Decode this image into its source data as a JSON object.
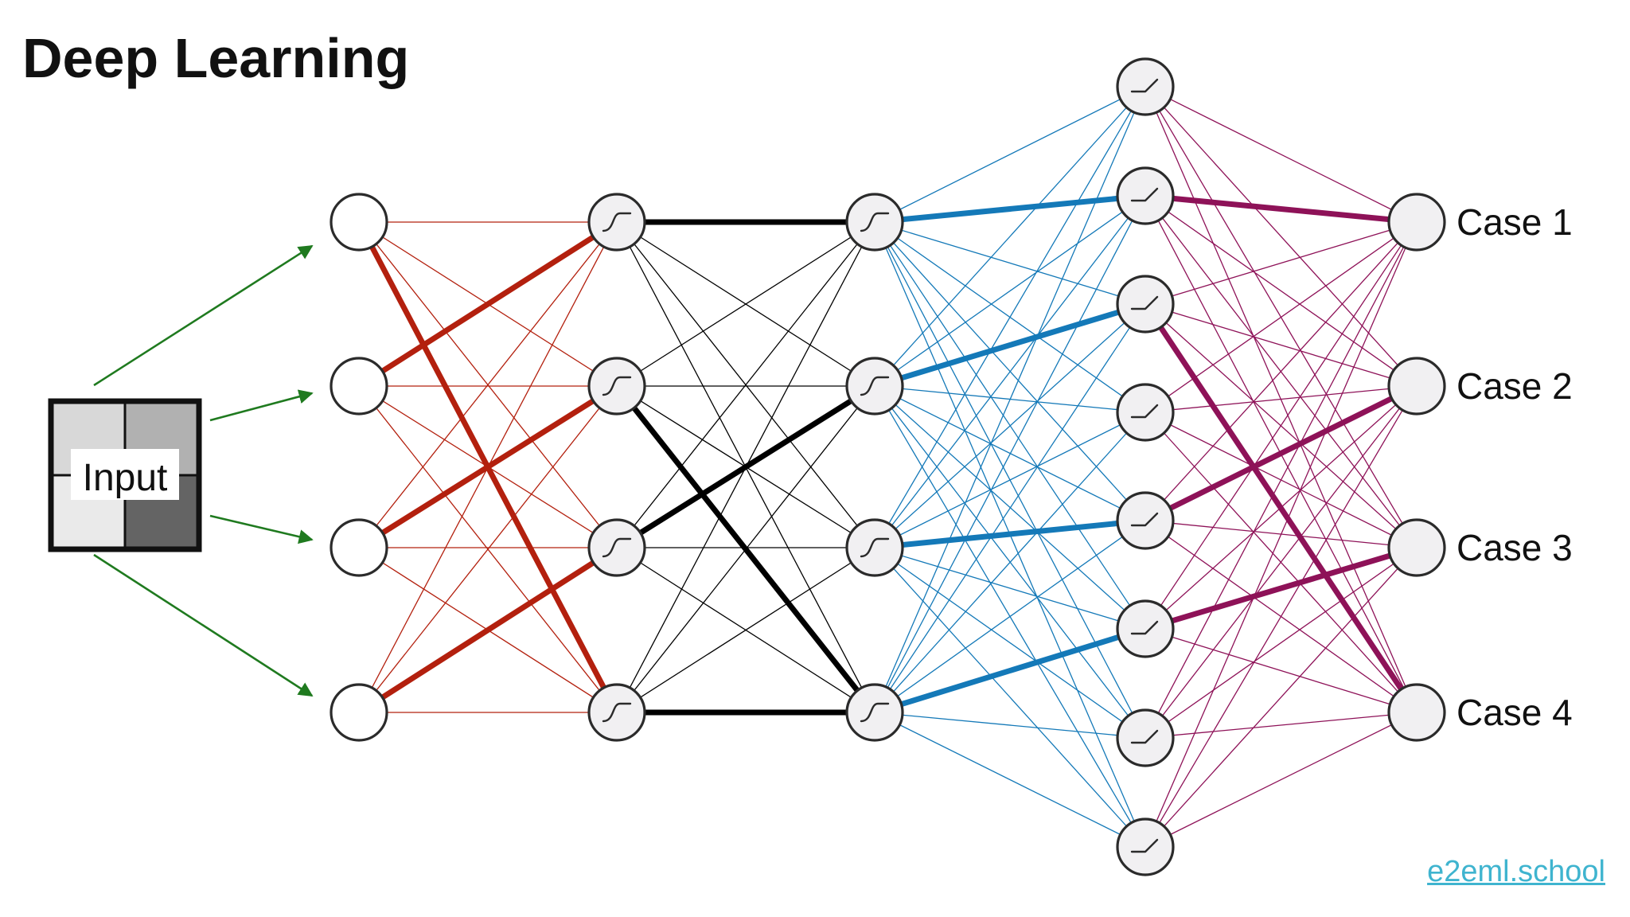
{
  "title": "Deep Learning",
  "input_label": "Input",
  "output_labels": [
    "Case 1",
    "Case 2",
    "Case 3",
    "Case 4"
  ],
  "credit": "e2eml.school",
  "colors": {
    "input_arrows": "#1f7a1f",
    "layer1_edges": "#b3200e",
    "layer2_edges": "#000000",
    "layer3_edges": "#1479b8",
    "layer4_edges": "#8e1258",
    "link": "#3fb4cf"
  },
  "input_pixels": {
    "top_left": "#d8d8d8",
    "top_right": "#b1b1b1",
    "bottom_left": "#eaeaea",
    "bottom_right": "#646464"
  },
  "layers": [
    {
      "name": "input-layer",
      "nodes": 4,
      "activation": "none"
    },
    {
      "name": "hidden-layer-1",
      "nodes": 4,
      "activation": "sigmoid"
    },
    {
      "name": "hidden-layer-2",
      "nodes": 4,
      "activation": "sigmoid"
    },
    {
      "name": "hidden-layer-3",
      "nodes": 8,
      "activation": "relu"
    },
    {
      "name": "output-layer",
      "nodes": 4,
      "activation": "none"
    }
  ],
  "strong_connections": [
    [
      [
        0,
        3
      ],
      [
        1,
        0
      ],
      [
        2,
        1
      ],
      [
        3,
        2
      ]
    ],
    [
      [
        0,
        0
      ],
      [
        1,
        3
      ],
      [
        2,
        1
      ],
      [
        3,
        3
      ]
    ],
    [
      [
        0,
        1
      ],
      [
        1,
        2
      ],
      [
        2,
        4
      ],
      [
        3,
        5
      ]
    ],
    [
      [
        1,
        0
      ],
      [
        2,
        3
      ],
      [
        4,
        1
      ],
      [
        5,
        2
      ]
    ]
  ]
}
